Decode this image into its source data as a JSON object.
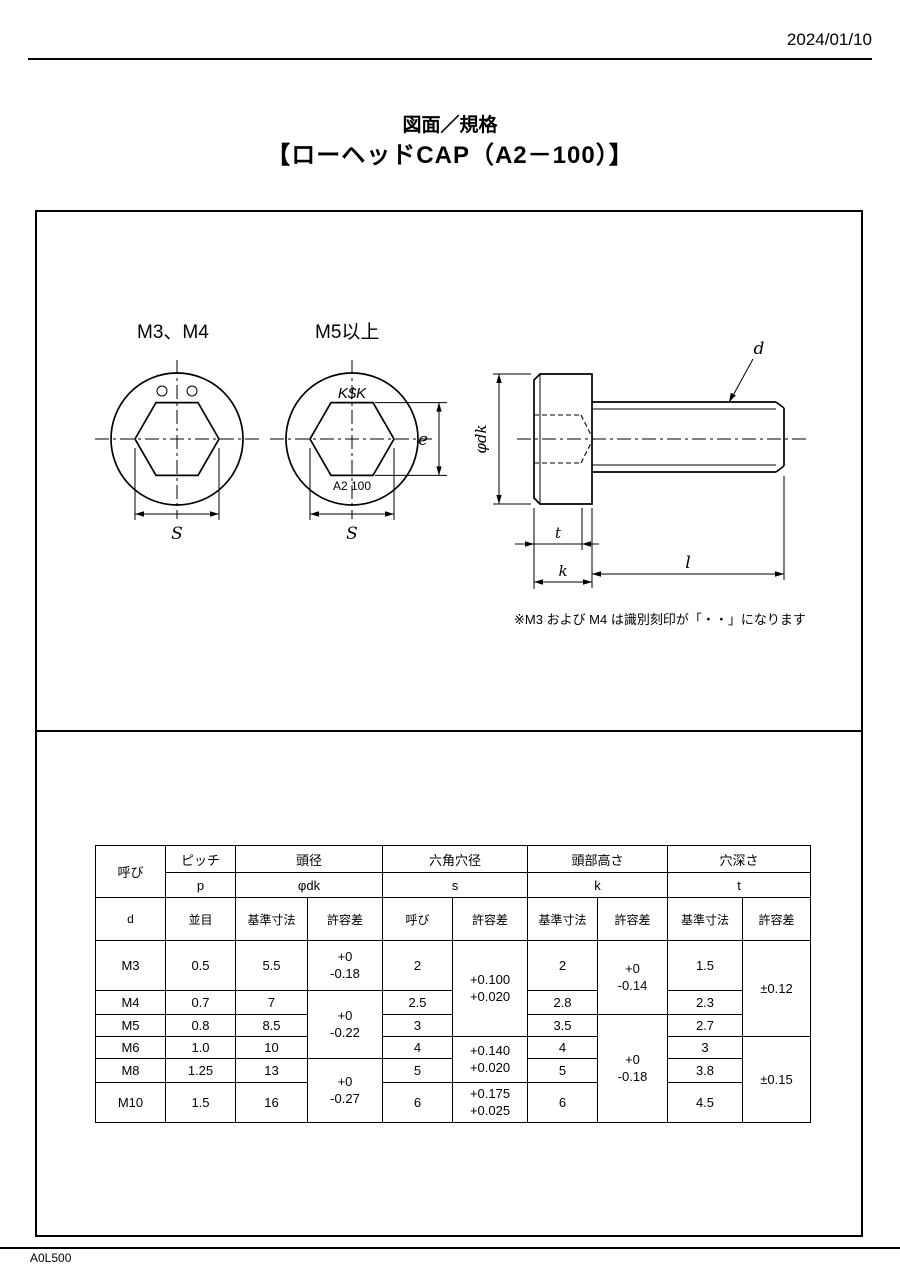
{
  "page": {
    "date": "2024/01/10",
    "form_code": "A0L500"
  },
  "title": {
    "line1": "図面／規格",
    "line2": "【ローヘッドCAP（A2－100）】"
  },
  "drawing": {
    "label_front_small": "M3、M4",
    "label_front_large": "M5以上",
    "marking_top": "K$K",
    "marking_bottom": "A2 100",
    "dim_s": "S",
    "dim_e": "e",
    "dim_d": "d",
    "dim_dk": "φdk",
    "dim_t": "t",
    "dim_k": "k",
    "dim_l": "l",
    "note": "※M3 および M4 は識別刻印が「・・」になります"
  },
  "table": {
    "h1": {
      "name": "呼び",
      "pitch": "ピッチ",
      "head_dia": "頭径",
      "socket_dia": "六角穴径",
      "head_height": "頭部高さ",
      "hole_depth": "穴深さ"
    },
    "h2": {
      "p": "p",
      "dk": "φdk",
      "s": "s",
      "k": "k",
      "t": "t"
    },
    "h3": {
      "d": "d",
      "coarse": "並目",
      "basic": "基準寸法",
      "tol": "許容差",
      "nominal": "呼び"
    },
    "rows": {
      "m3": {
        "name": "M3",
        "p": "0.5",
        "dk": "5.5",
        "dk_tol": "+0\n-0.18",
        "s": "2",
        "s_tol": "+0.100\n+0.020",
        "k": "2",
        "k_tol": "+0\n-0.14",
        "t": "1.5",
        "t_tol": "±0.12"
      },
      "m4": {
        "name": "M4",
        "p": "0.7",
        "dk": "7",
        "dk_tol": "+0\n-0.22",
        "s": "2.5",
        "k": "2.8",
        "t": "2.3"
      },
      "m5": {
        "name": "M5",
        "p": "0.8",
        "dk": "8.5",
        "s": "3",
        "k": "3.5",
        "k_tol": "+0\n-0.18",
        "t": "2.7"
      },
      "m6": {
        "name": "M6",
        "p": "1.0",
        "dk": "10",
        "s": "4",
        "s_tol": "+0.140\n+0.020",
        "k": "4",
        "t": "3",
        "t_tol": "±0.15"
      },
      "m8": {
        "name": "M8",
        "p": "1.25",
        "dk": "13",
        "dk_tol": "+0\n-0.27",
        "s": "5",
        "k": "5",
        "t": "3.8"
      },
      "m10": {
        "name": "M10",
        "p": "1.5",
        "dk": "16",
        "s": "6",
        "s_tol": "+0.175\n+0.025",
        "k": "6",
        "t": "4.5"
      }
    }
  }
}
